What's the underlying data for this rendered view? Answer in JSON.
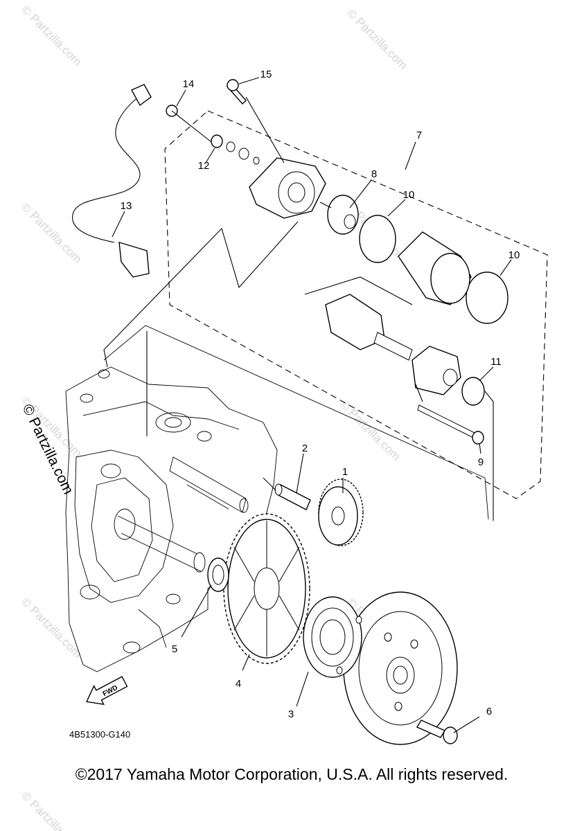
{
  "diagram": {
    "drawing_code": "4B51300-G140",
    "copyright": "©2017 Yamaha Motor Corporation, U.S.A. All rights reserved.",
    "watermark": "© Partzilla.com",
    "fwd_label": "FWD"
  },
  "callouts": {
    "c1": "1",
    "c2": "2",
    "c3": "3",
    "c4": "4",
    "c5": "5",
    "c6": "6",
    "c7": "7",
    "c8": "8",
    "c9": "9",
    "c10a": "10",
    "c10b": "10",
    "c11": "11",
    "c12": "12",
    "c13": "13",
    "c14": "14",
    "c15": "15"
  }
}
